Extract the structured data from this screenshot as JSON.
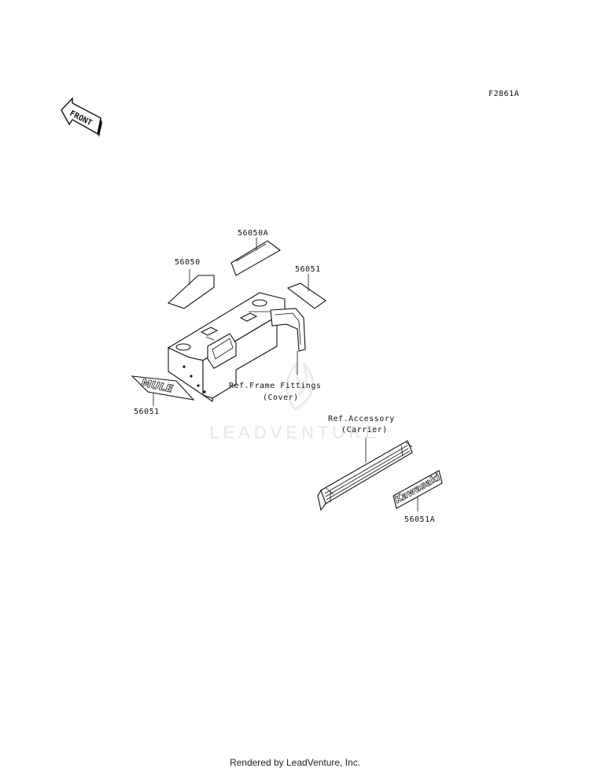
{
  "figure_code": "F2861A",
  "front_arrow_text": "FRONT",
  "watermark": "LEADVENTURE",
  "decal_text": {
    "mule": "MULE",
    "kawasaki": "Kawasaki"
  },
  "labels": {
    "p56050A": "56050A",
    "p56050": "56050",
    "p56051_right": "56051",
    "p56051_left": "56051",
    "ref_frame_line1": "Ref.Frame Fittings",
    "ref_frame_line2": "(Cover)",
    "ref_acc_line1": "Ref.Accessory",
    "ref_acc_line2": "(Carrier)",
    "p56051A": "56051A"
  },
  "footer": "Rendered by LeadVenture, Inc."
}
